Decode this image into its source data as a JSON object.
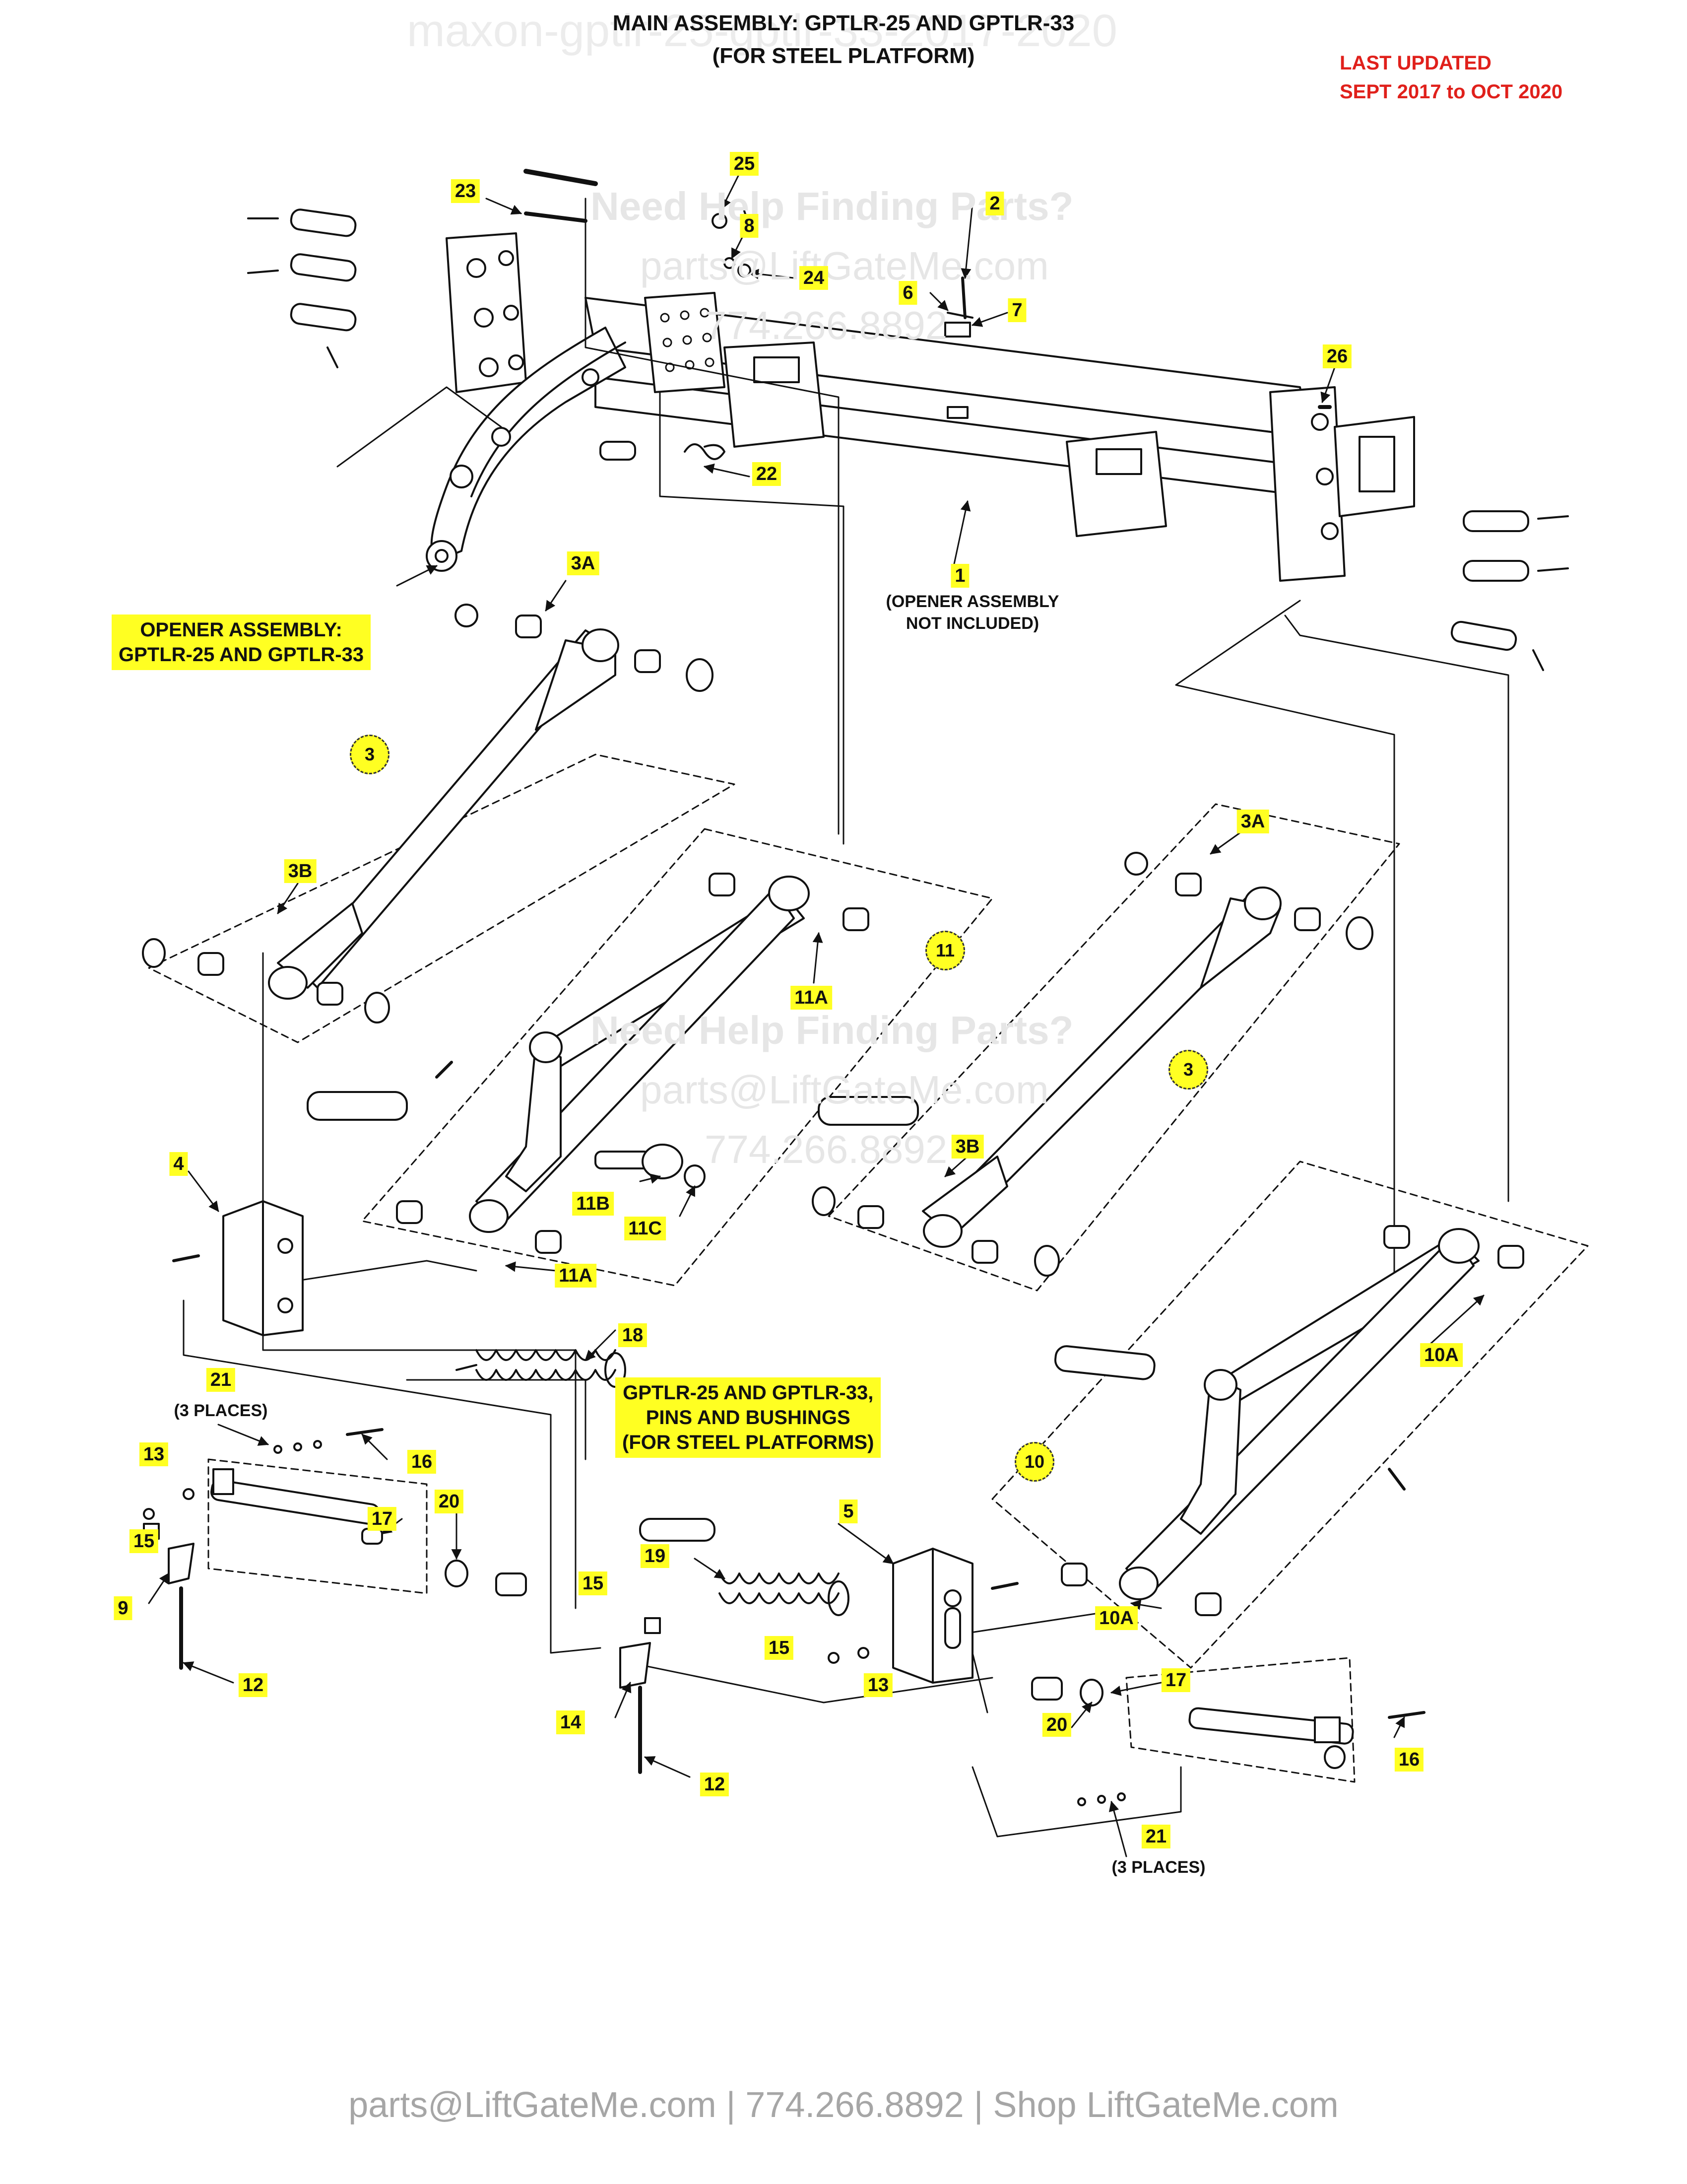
{
  "header": {
    "title_line1": "MAIN ASSEMBLY: GPTLR-25 AND GPTLR-33",
    "title_line2": "(FOR STEEL PLATFORM)",
    "updated_line1": "LAST UPDATED",
    "updated_line2": "SEPT 2017 to OCT 2020",
    "watermark_top": "maxon-gptlr-25-gptlr-33-2017-2020"
  },
  "watermarks": {
    "help": "Need Help Finding Parts?",
    "email": "parts@LiftGateMe.com",
    "phone": "774.266.8892"
  },
  "panels": {
    "opener_line1": "OPENER ASSEMBLY:",
    "opener_line2": "GPTLR-25 AND GPTLR-33",
    "pins_line1": "GPTLR-25 AND GPTLR-33,",
    "pins_line2": "PINS AND BUSHINGS",
    "pins_line3": "(FOR STEEL PLATFORMS)"
  },
  "notes": {
    "opener_not_included_1": "(OPENER ASSEMBLY",
    "opener_not_included_2": "NOT INCLUDED)",
    "three_places_left": "(3 PLACES)",
    "three_places_right": "(3 PLACES)"
  },
  "callouts": {
    "c1": "1",
    "c2": "2",
    "c3a": "3",
    "c3b": "3",
    "c3A_l": "3A",
    "c3A_r": "3A",
    "c3B_l": "3B",
    "c3B_r": "3B",
    "c4": "4",
    "c5": "5",
    "c6": "6",
    "c7": "7",
    "c8": "8",
    "c9": "9",
    "c10": "10",
    "c10A_t": "10A",
    "c10A_b": "10A",
    "c11": "11",
    "c11A_t": "11A",
    "c11A_b": "11A",
    "c11B": "11B",
    "c11C": "11C",
    "c12_l": "12",
    "c12_r": "12",
    "c13_l": "13",
    "c13_r": "13",
    "c14": "14",
    "c15_l": "15",
    "c15_m": "15",
    "c15_r": "15",
    "c16_l": "16",
    "c16_r": "16",
    "c17_l": "17",
    "c17_r": "17",
    "c18": "18",
    "c19": "19",
    "c20_l": "20",
    "c20_r": "20",
    "c21_l": "21",
    "c21_r": "21",
    "c22": "22",
    "c23": "23",
    "c24": "24",
    "c25": "25",
    "c26": "26"
  },
  "footer": {
    "text": "parts@LiftGateMe.com | 774.266.8892 | Shop LiftGateMe.com"
  }
}
